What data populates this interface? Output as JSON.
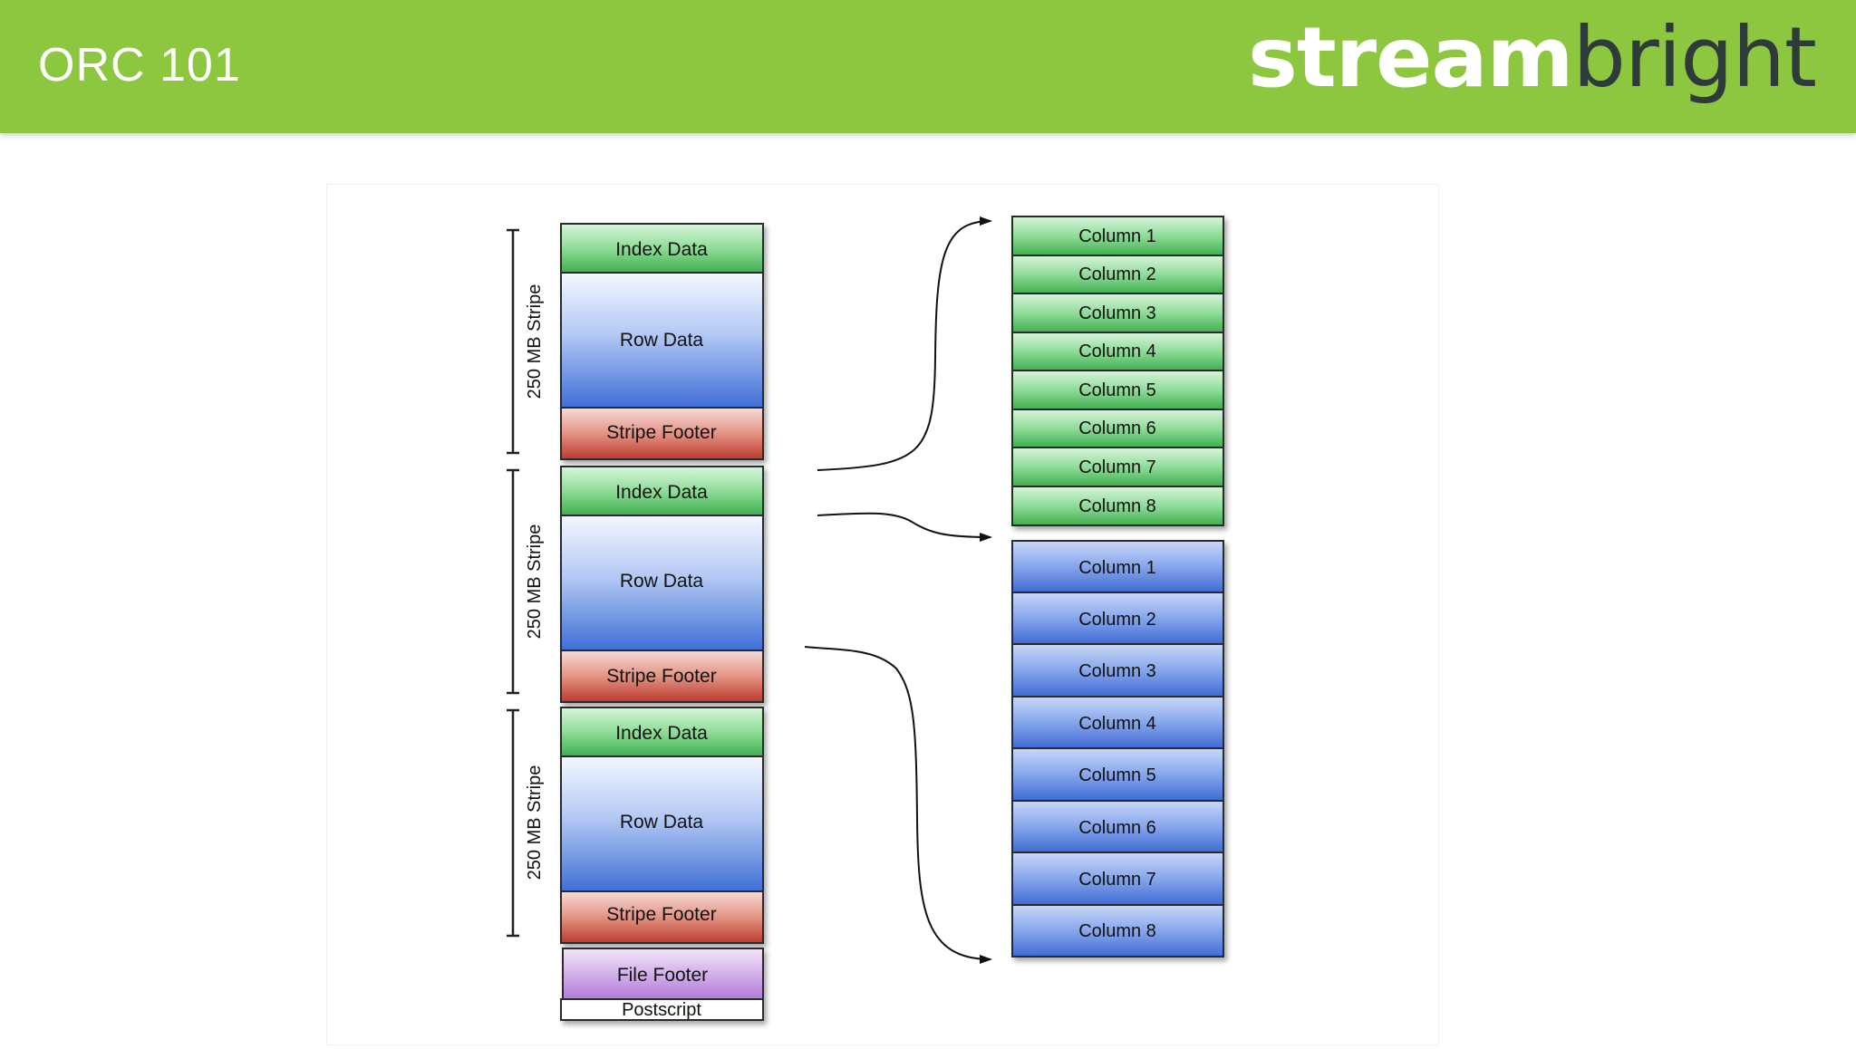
{
  "header": {
    "title": "ORC 101",
    "logo_bold": "stream",
    "logo_light": "bright"
  },
  "diagram": {
    "stripe_label": "250 MB Stripe",
    "stripes": [
      {
        "index": "Index Data",
        "row": "Row Data",
        "footer": "Stripe Footer"
      },
      {
        "index": "Index Data",
        "row": "Row Data",
        "footer": "Stripe Footer"
      },
      {
        "index": "Index Data",
        "row": "Row Data",
        "footer": "Stripe Footer"
      }
    ],
    "file_footer": "File Footer",
    "postscript": "Postscript",
    "index_columns": [
      "Column 1",
      "Column 2",
      "Column 3",
      "Column 4",
      "Column 5",
      "Column 6",
      "Column 7",
      "Column 8"
    ],
    "data_columns": [
      "Column 1",
      "Column 2",
      "Column 3",
      "Column 4",
      "Column 5",
      "Column 6",
      "Column 7",
      "Column 8"
    ]
  },
  "colors": {
    "header": "#8dc63f",
    "index": "#5cc46a",
    "row": "#4a78d8",
    "footer": "#c8483a",
    "file_footer": "#b57ad6"
  }
}
